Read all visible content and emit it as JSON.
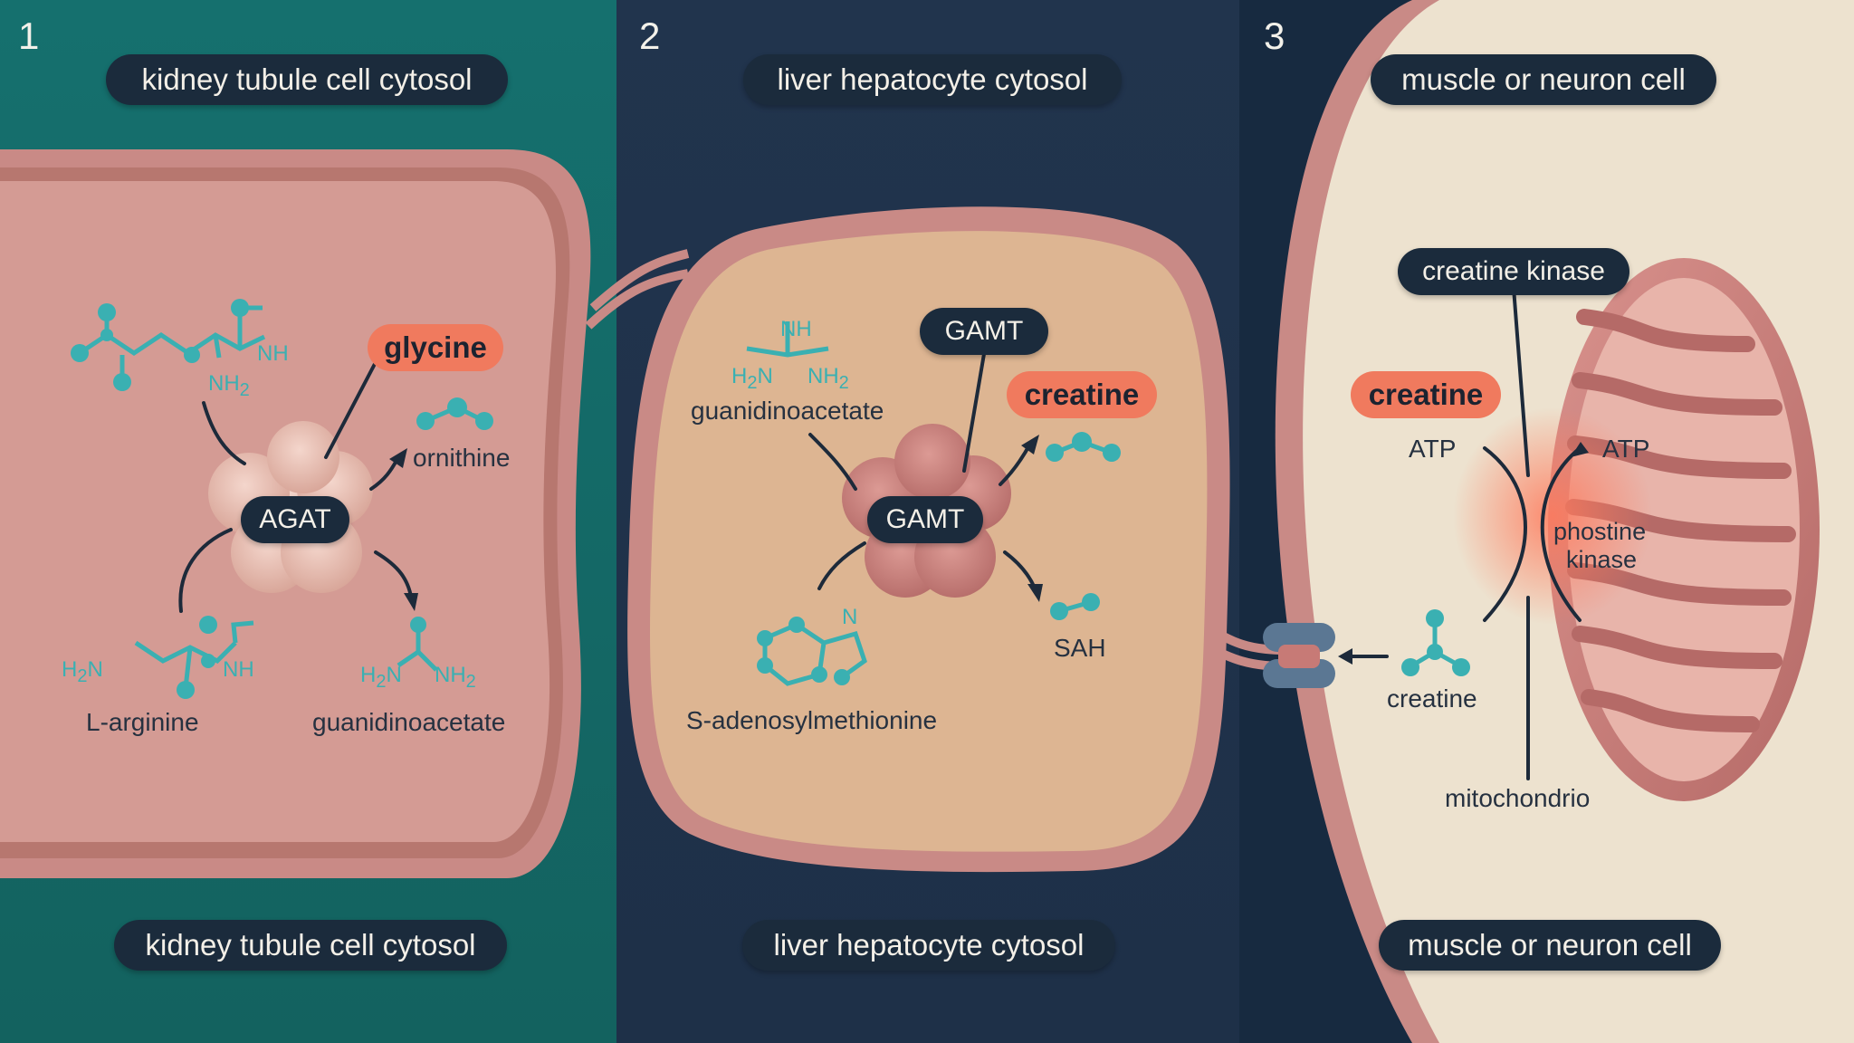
{
  "panels": [
    {
      "number": "1",
      "title_top": "kidney tubule cell cytosol",
      "title_bottom": "kidney tubule cell cytosol",
      "enzyme": "AGAT",
      "highlight": "glycine",
      "labels": {
        "ornithine": "ornithine",
        "l_arginine": "L-arginine",
        "guanidinoacetate": "guanidinoacetate"
      },
      "chem": {
        "nh_top": "NH",
        "nh2_top": "NH",
        "nh2_top_sub": "2",
        "h2n_bottom": "H",
        "h2n_bottom_sub": "2",
        "h2n_bottom_n": "N",
        "nh_bottom": "NH",
        "guan_h2n": "H",
        "guan_h2n_sub": "2",
        "guan_h2n_n": "N",
        "guan_nh2": "NH",
        "guan_nh2_sub": "2"
      }
    },
    {
      "number": "2",
      "title_top": "liver hepatocyte cytosol",
      "title_bottom": "liver hepatocyte cytosol",
      "enzyme_callout": "GAMT",
      "enzyme": "GAMT",
      "highlight": "creatine",
      "labels": {
        "guanidinoacetate": "guanidinoacetate",
        "sam": "S-adenosylmethionine",
        "sah": "SAH"
      },
      "chem": {
        "nh": "NH",
        "h2n": "H",
        "h2n_sub": "2",
        "h2n_n": "N",
        "nh2": "NH",
        "nh2_sub": "2",
        "ring_n": "N"
      }
    },
    {
      "number": "3",
      "title_top": "muscle or neuron cell",
      "title_bottom": "muscle or neuron cell",
      "enzyme_callout": "creatine kinase",
      "highlight": "creatine",
      "labels": {
        "atp_left": "ATP",
        "atp_right": "ATP",
        "phostine_kinase_1": "phostine",
        "phostine_kinase_2": "kinase",
        "creatine": "creatine",
        "mitochondrio": "mitochondrio"
      }
    }
  ],
  "colors": {
    "panel1_bg": "#15706e",
    "panel2_bg": "#21344d",
    "panel3_bg": "#172a40",
    "membrane": "#c98a86",
    "kidney_cytosol": "#d49b94",
    "liver_cytosol": "#ddb592",
    "muscle_cytosol": "#ede2cf",
    "highlight": "#f07a5e",
    "molecule": "#3ab0b2",
    "pill": "#1b2b3c"
  }
}
